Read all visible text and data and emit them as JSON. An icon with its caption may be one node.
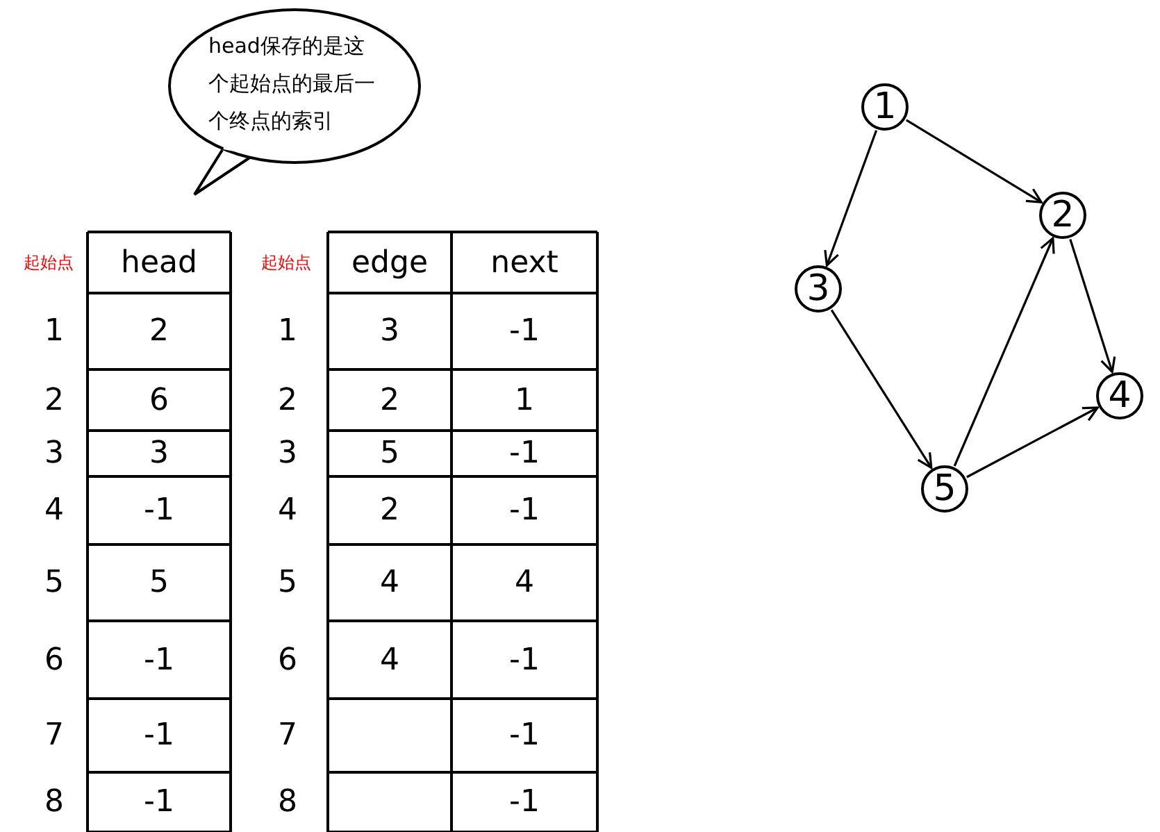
{
  "diagram": {
    "nodes": [
      {
        "text": [
          "head保存的是这个起始点的最后一个终点的索引"
        ]
      },
      {
        "text": [
          "1"
        ]
      },
      {
        "text": [
          "2"
        ]
      },
      {
        "text": [
          "3"
        ]
      },
      {
        "text": [
          "4"
        ]
      },
      {
        "text": [
          "5"
        ]
      }
    ],
    "edges": [
      {
        "from": 1,
        "to": 2,
        "arrow": "to"
      },
      {
        "from": 1,
        "to": 3,
        "arrow": "to"
      },
      {
        "from": 3,
        "to": 5,
        "arrow": "to"
      },
      {
        "from": 5,
        "to": 2,
        "arrow": "to"
      },
      {
        "from": 2,
        "to": 4,
        "arrow": "to"
      },
      {
        "from": 5,
        "to": 4,
        "arrow": "to"
      }
    ],
    "labels": [
      "起始点",
      "head",
      "起始点",
      "edge",
      "next",
      "1",
      "2",
      "1",
      "3",
      "-1",
      "2",
      "6",
      "2",
      "2",
      "1",
      "3",
      "3",
      "3",
      "5",
      "-1",
      "4",
      "-1",
      "4",
      "2",
      "-1",
      "5",
      "5",
      "5",
      "4",
      "4",
      "6",
      "-1",
      "6",
      "4",
      "-1",
      "7",
      "-1",
      "7",
      "-1",
      "8",
      "-1",
      "8",
      "-1"
    ]
  }
}
